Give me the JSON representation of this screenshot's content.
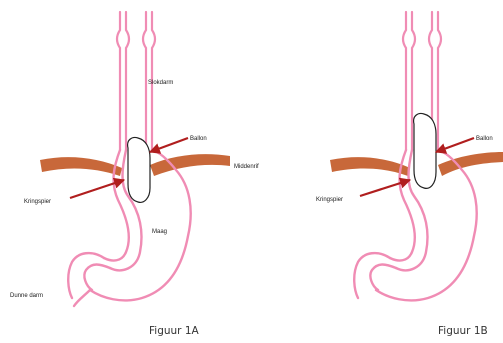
{
  "figures": [
    {
      "caption": "Figuur 1A",
      "labels": {
        "slokdarm": "Slokdarm",
        "ballon": "Ballon",
        "middenrif": "Middenrif",
        "kringspier": "Kringspier",
        "maag": "Maag",
        "dunne_darm": "Dunne darm"
      }
    },
    {
      "caption": "Figuur 1B",
      "labels": {
        "ballon": "Ballon",
        "kringspier": "Kringspier"
      }
    }
  ],
  "colors": {
    "organ_outline": "#f08cb4",
    "diaphragm": "#c8683a",
    "arrow": "#b01e1e",
    "balloon_outline": "#222222",
    "balloon_fill": "#ffffff",
    "caption_text": "#333333",
    "label_text": "#1a1a1a"
  }
}
